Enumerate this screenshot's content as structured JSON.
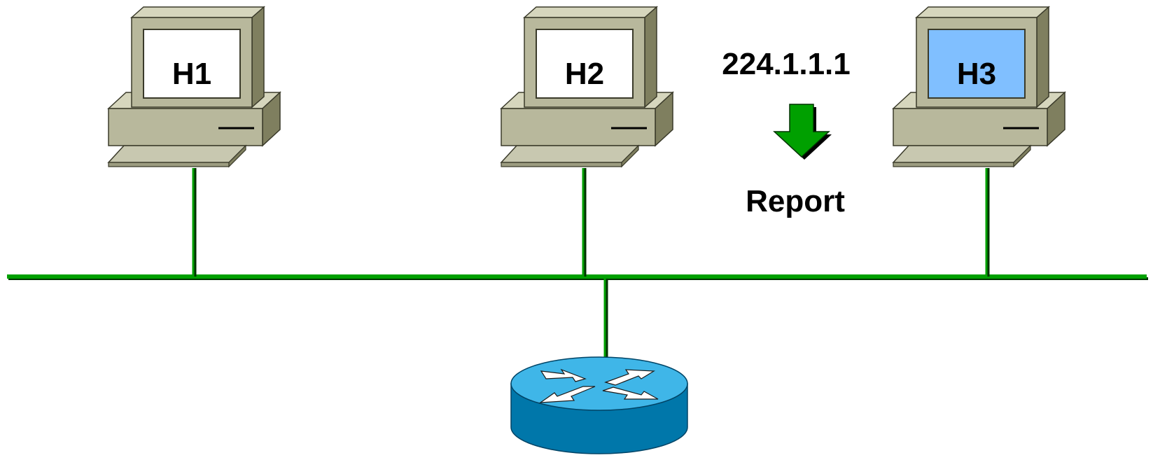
{
  "hosts": [
    {
      "label": "H1",
      "screen_color": "#ffffff"
    },
    {
      "label": "H2",
      "screen_color": "#ffffff"
    },
    {
      "label": "H3",
      "screen_color": "#80bfff"
    }
  ],
  "message": {
    "group_address": "224.1.1.1",
    "label": "Report",
    "arrow_color": "#00a000",
    "direction": "down"
  },
  "colors": {
    "lan_segment": "#00a000",
    "computer_body": "#b8b89c",
    "computer_side": "#7f7f5f",
    "router_top": "#3fb6e8",
    "router_side": "#0077aa"
  },
  "icons": {
    "host": "desktop-computer-icon",
    "router": "router-icon",
    "arrow": "arrow-down-icon"
  }
}
